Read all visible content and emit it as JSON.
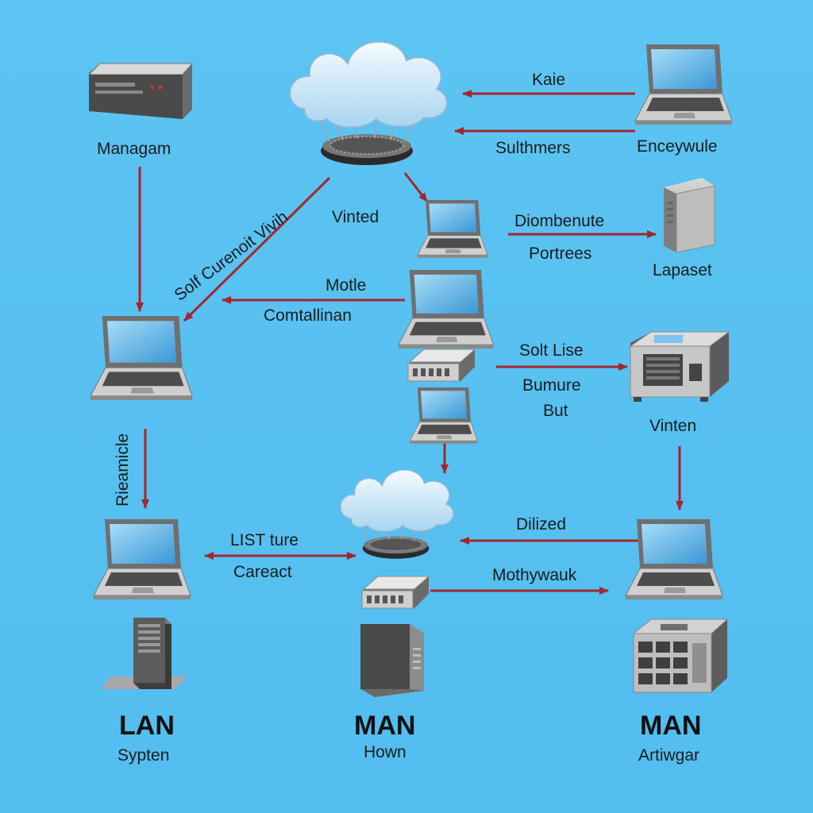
{
  "labels": {
    "managam": "Managam",
    "kaie": "Kaie",
    "sulthmers": "Sulthmers",
    "enceywule": "Enceywule",
    "vinted": "Vinted",
    "diombenute": "Diombenute",
    "portrees": "Portrees",
    "lapaset": "Lapaset",
    "solf_curenoit": "Solf Curenoit Vivih",
    "motle": "Motle",
    "comtallinan": "Comtallinan",
    "solt_lise": "Solt Lise",
    "bumure": "Bumure",
    "but": "But",
    "vinten": "Vinten",
    "rieamicle": "Rieamicle",
    "list_ture": "LIST ture",
    "careact": "Careact",
    "dilized": "Dilized",
    "mothywauk": "Mothywauk"
  },
  "footer": {
    "left": {
      "title": "LAN",
      "sub": "Sypten"
    },
    "center": {
      "title": "MAN",
      "sub": "Hown"
    },
    "right": {
      "title": "MAN",
      "sub": "Artiwgar"
    }
  },
  "colors": {
    "background": "#56c0f0",
    "arrow": "#a3262d",
    "text": "#1c1c1c"
  },
  "icons": [
    "network-appliance-icon",
    "cloud-icon",
    "laptop-icon",
    "tower-server-icon",
    "router-icon",
    "rack-server-icon"
  ]
}
